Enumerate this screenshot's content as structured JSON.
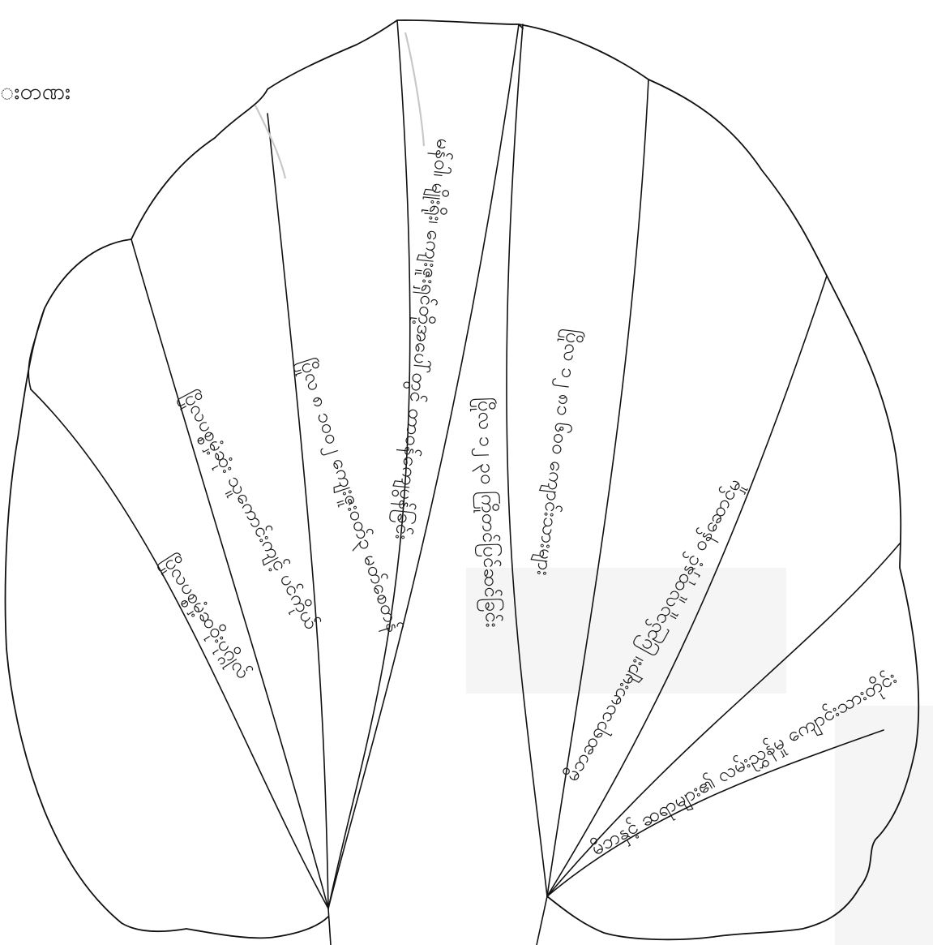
{
  "corner_label": "း၀ာဏး",
  "leaf_left": {
    "sections": [
      {
        "id": "l1",
        "text": "ပြိုလပစ္စမှံ့ဆဝိုးပုဂ္ဂိုလ်"
      },
      {
        "id": "l2",
        "text": "ပြိုလပစ္စမှံ့ဆုံး သူကောင်းကျင့် ပင်ကိုယ်"
      },
      {
        "id": "l3",
        "text": "ပြိုလ ၈ ၁၀ဝ၂ ကျေးဇူး၀တ်၃ မတ်စေတန်"
      },
      {
        "id": "l4",
        "text": "မန်၀ါ၊ မျိုးရိုး၊ ကျေးဇူးရှင်တို့အပေါ်တွင် တာဝန်ကျေပွန်ခြင်း"
      }
    ]
  },
  "leaf_right": {
    "sections": [
      {
        "id": "r1",
        "text": "ပြိုလ ၁၂ ၃၀ ကြိုတင်ပြင်ဆင်ခြင်း"
      },
      {
        "id": "r2",
        "text": "ပြိုလ ၁၂ ၈၁ ၆၀၀ ကျောင်းသားများ"
      },
      {
        "id": "r3",
        "text": "မိဘဆရာသမားများ၊ ပြည်သူလူထုနှင့် ၀န်ဆောင်မှု"
      },
      {
        "id": "r4",
        "text": "မိဘနှင့် ဆရာများ၏ လမ်းညွှန်မှု ကျောင်းသားတိုင်း"
      }
    ]
  },
  "colors": {
    "ink": "#111111",
    "paper": "#ffffff",
    "faint_line": "#c8c8c8"
  }
}
